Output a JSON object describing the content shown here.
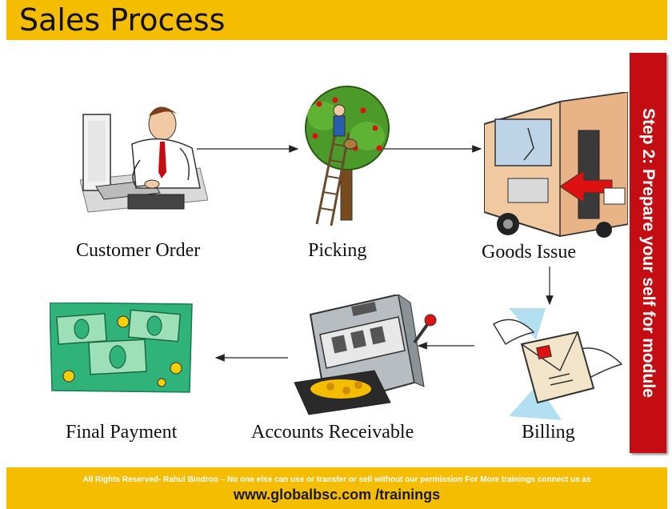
{
  "header": {
    "title": "Sales Process"
  },
  "sidebar": {
    "text": "Step 2: Prepare your self for module"
  },
  "steps": {
    "customer_order": "Customer Order",
    "picking": "Picking",
    "goods_issue": "Goods Issue",
    "billing": "Billing",
    "accounts_receivable": "Accounts Receivable",
    "final_payment": "Final Payment"
  },
  "footer": {
    "rights": "All Rights Reserved- Rahul Bindroo – No one else can use or transfer or sell without our  permission  For More trainings connect us as",
    "url": "www.globalbsc.com /trainings"
  },
  "colors": {
    "accent": "#f5bd00",
    "sidebar": "#c40d12"
  }
}
